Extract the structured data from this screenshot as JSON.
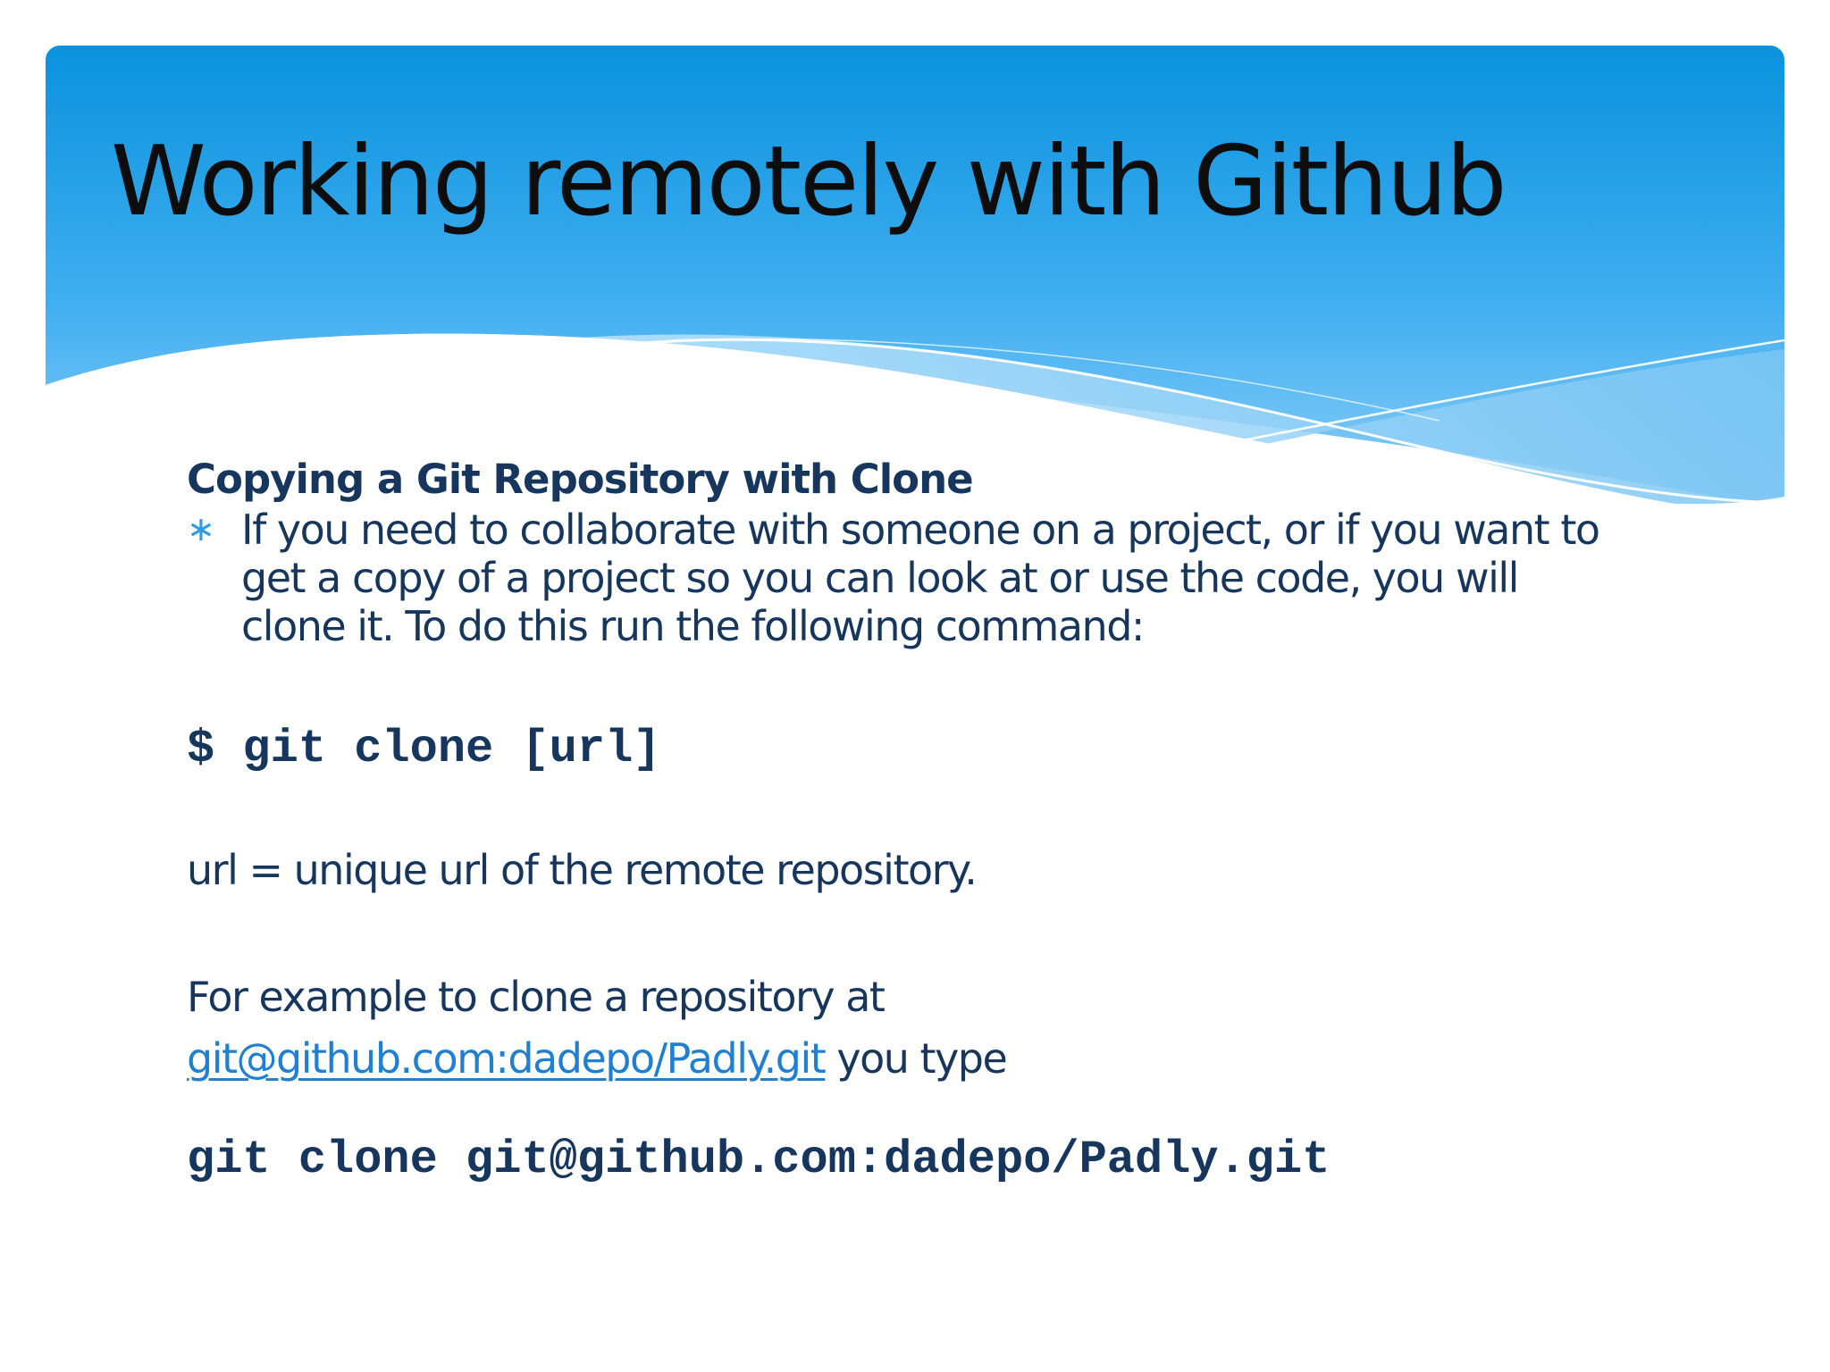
{
  "slide": {
    "title": "Working remotely with Github",
    "subheading": "Copying a Git Repository with Clone",
    "bullet_marker": "∗",
    "bullet_text": "If you need to collaborate with someone on a project, or if you want to get a copy of a project so you can look at or use the code, you will clone it.  To do this run the following command:",
    "command": "$ git clone [url]",
    "url_note": "url = unique url of the remote repository.",
    "example_intro": "For example to clone a repository at",
    "example_link": "git@github.com:dadepo/Padly.git",
    "example_suffix": " you type",
    "example_command": "git clone git@github.com:dadepo/Padly.git"
  },
  "colors": {
    "header_top": "#0a92dd",
    "header_bottom": "#8fd0f7",
    "text": "#17365d",
    "link": "#1e7fd3",
    "bullet": "#2f9be0"
  }
}
